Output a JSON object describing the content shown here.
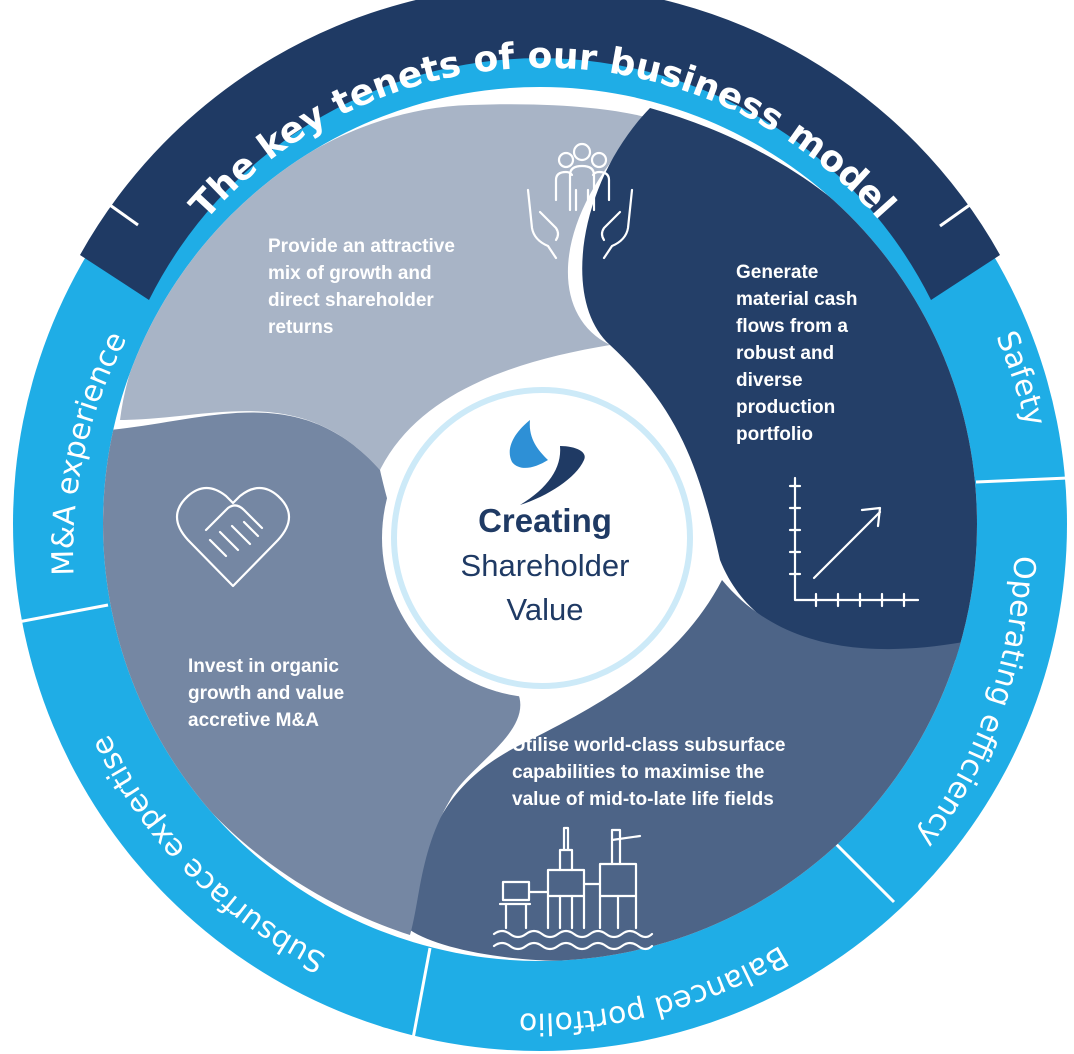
{
  "title": "The key tenets of our business model",
  "ring_segments": [
    {
      "label": "Safety"
    },
    {
      "label": "Operating efficiency"
    },
    {
      "label": "Balanced portfolio"
    },
    {
      "label": "Subsurface expertise"
    },
    {
      "label": "M&A experience"
    }
  ],
  "center": {
    "line1": "Creating",
    "line2": "Shareholder",
    "line3": "Value"
  },
  "petals": {
    "top_left": {
      "lines": [
        "Provide an attractive",
        "mix of growth and",
        "direct shareholder",
        "returns"
      ],
      "icon": "people-in-hands-icon"
    },
    "top_right": {
      "lines": [
        "Generate",
        "material cash",
        "flows from a",
        "robust and",
        "diverse",
        "production",
        "portfolio"
      ],
      "icon": "growth-chart-icon"
    },
    "bottom_right": {
      "lines": [
        "Utilise world-class subsurface",
        "capabilities to maximise the",
        "value of mid-to-late life fields"
      ],
      "icon": "offshore-platform-icon"
    },
    "bottom_left": {
      "lines": [
        "Invest in organic",
        "growth and value",
        "accretive M&A"
      ],
      "icon": "handshake-heart-icon"
    }
  },
  "colors": {
    "ring_light": "#1fade6",
    "ring_dark": "#1f3a64",
    "petal_top_left": "#a8b4c6",
    "petal_top_right": "#243f68",
    "petal_bottom_right": "#4d6487",
    "petal_bottom_left": "#7587a3",
    "center_ring": "#cdeaf8",
    "text_dark": "#1f3a64"
  }
}
